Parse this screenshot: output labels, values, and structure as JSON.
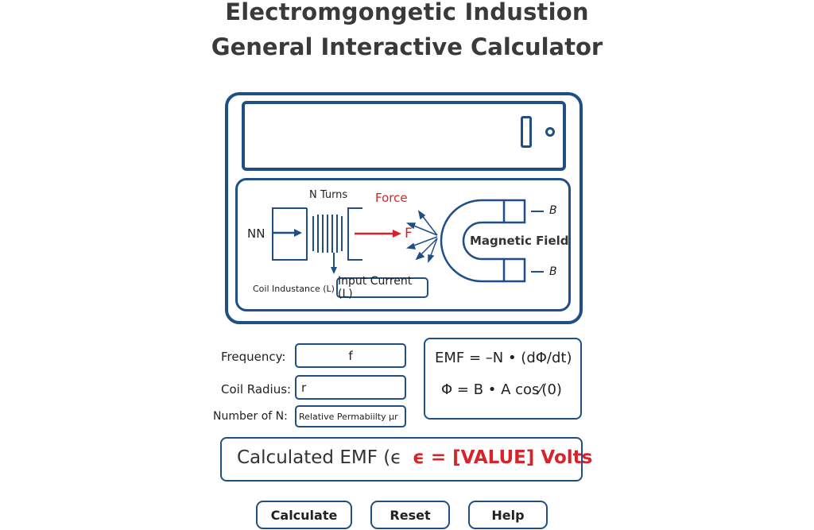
{
  "header": {
    "title": "Electromgongetic Industion",
    "subtitle": "General Interactive Calculator"
  },
  "diagram": {
    "n_turns_label": "N Turns",
    "force_label": "Force",
    "nn_label": "NN",
    "f_label": "F",
    "magnetic_field_label": "Magnetic Field",
    "b_top_label": "B",
    "b_bottom_label": "B",
    "coil_inductance_label": "Coil Industance (L)",
    "input_current_label": "Input Current (L)"
  },
  "form": {
    "frequency": {
      "label": "Frequency:",
      "value": "f"
    },
    "coil_radius": {
      "label": "Coil Radius:",
      "value": "r"
    },
    "number_of_n": {
      "label": "Number of N:",
      "value": "Relative Permabiilty μr"
    }
  },
  "formulas": {
    "emf": "EMF = –N • (dΦ/dt)",
    "flux": "Φ = B • A cos⁄(0)"
  },
  "result": {
    "label": "Calculated EMF (ϵ",
    "value": "ϵ = [VALUE] Volts"
  },
  "buttons": {
    "calculate": "Calculate",
    "reset": "Reset",
    "help": "Help"
  },
  "colors": {
    "accent": "#1f4f85",
    "force_red": "#d8232a",
    "text": "#333333"
  }
}
